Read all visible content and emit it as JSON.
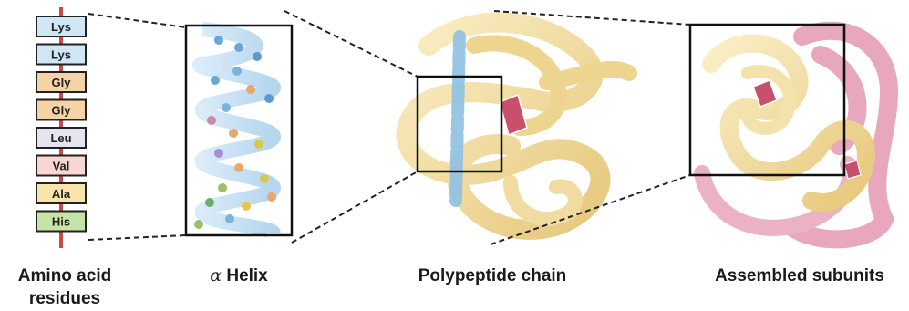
{
  "residues": [
    {
      "name": "Lys",
      "color": "#cfe6f5"
    },
    {
      "name": "Lys",
      "color": "#cfe6f5"
    },
    {
      "name": "Gly",
      "color": "#f6d3a6"
    },
    {
      "name": "Gly",
      "color": "#f6d3a6"
    },
    {
      "name": "Leu",
      "color": "#e4e4ee"
    },
    {
      "name": "Val",
      "color": "#f8d7d3"
    },
    {
      "name": "Ala",
      "color": "#f8e4a8"
    },
    {
      "name": "His",
      "color": "#c7e3a8"
    }
  ],
  "captions": {
    "amino_acid_line1": "Amino acid",
    "amino_acid_line2": "residues",
    "helix_symbol": "α",
    "helix": " Helix",
    "polypeptide": "Polypeptide chain",
    "assembled": "Assembled subunits"
  },
  "colors": {
    "backbone": "#c94a4a",
    "helix_blue": "#7fb6dc",
    "ribbon_yellow": "#f3dfa0",
    "ribbon_pink": "#e7a0b6",
    "frame": "#111111"
  }
}
